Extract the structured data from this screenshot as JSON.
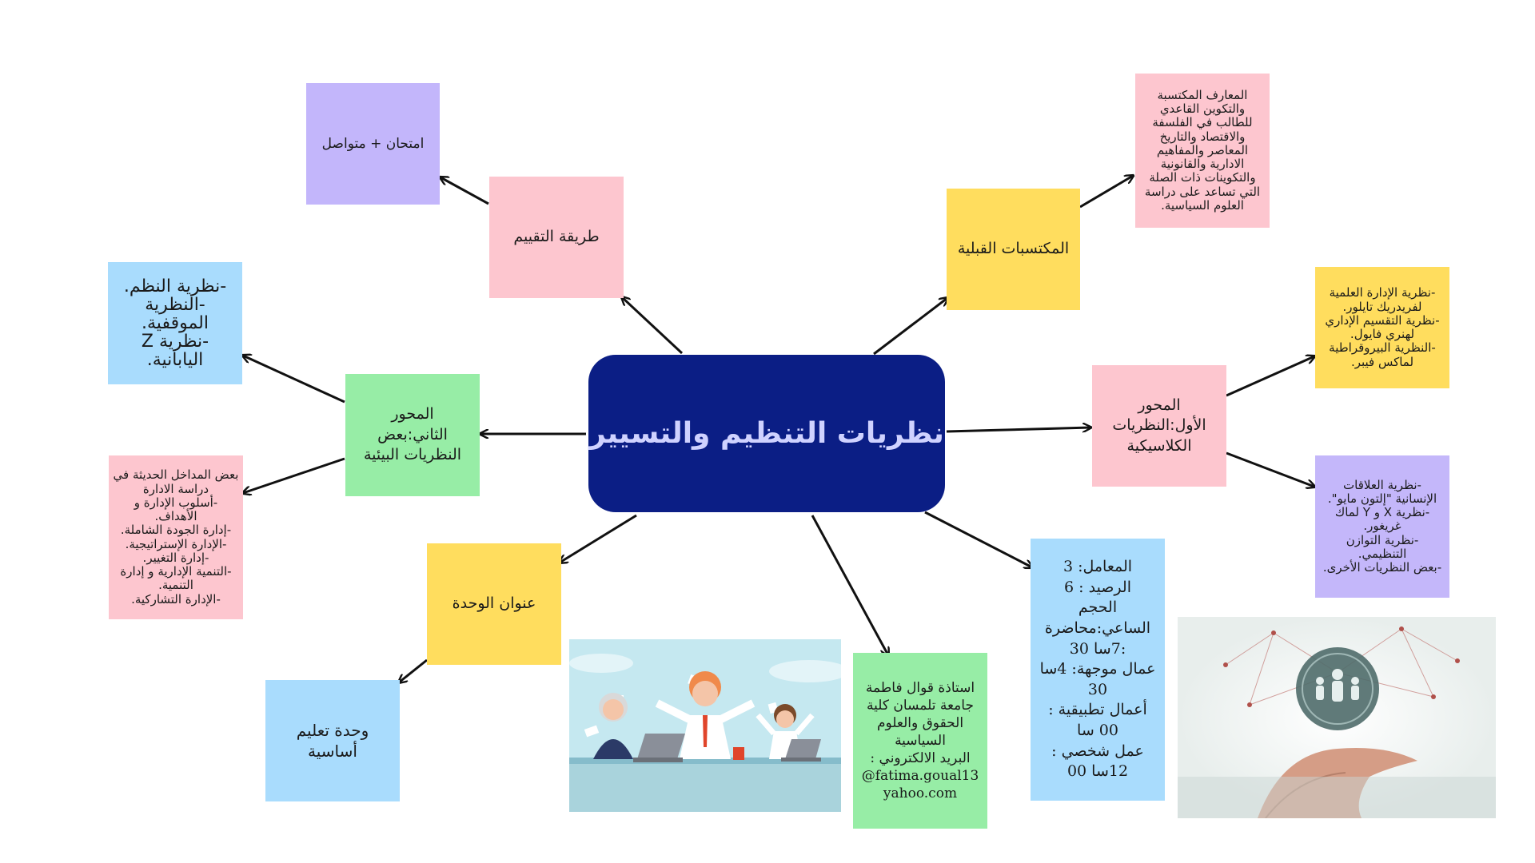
{
  "center": {
    "title": "نظريات التنظيم والتسيير"
  },
  "nodes": {
    "evaluation_method": "طريقة التقييم",
    "evaluation_detail": "امتحان + متواصل",
    "prerequisites": "المكتسبات القبلية",
    "prerequisites_detail": "المعارف المكتسبة والتكوين القاعدي للطالب في الفلسفة والاقتصاد والتاريخ المعاصر والمفاهيم الادارية والقانونية والتكوينات ذات الصلة التي تساعد على دراسة العلوم السياسية.",
    "axis_two": "المحور\nالثاني:بعض\nالنظريات البيئية",
    "axis_two_theories": "-نظرية النظم.\n-النظرية\nالموقفية.\n-نظرية Z\nاليابانية.",
    "axis_two_approaches": "بعض المداخل الحديثة في دراسة الادارة\n-أسلوب الإدارة و الأهداف.\n-إدارة الجودة الشاملة.\n-الإدارة الإستراتيجية.\n-إدارة التغيير.\n-التنمية الإدارية و إدارة التنمية.\n-الإدارة التشاركية.",
    "axis_one": "المحور\nالأول:النظريات\nالكلاسيكية",
    "axis_one_classical": "-نظرية الإدارة العلمية لفريدريك تايلور.\n-نظرية التقسيم الإداري لهنري فايول.\n-النظرية البيروقراطية لماكس فيبر.",
    "axis_one_other": "-نظرية العلاقات الإنسانية \"إلتون مايو\".\n-نظرية X و Y لماك غريغور.\n-نظرية التوازن التنظيمي.\n-بعض النظريات الأخرى.",
    "unit_title": "عنوان الوحدة",
    "unit_type": "وحدة تعليم\nأساسية",
    "professor": "استاذة قوال فاطمة\nجامعة تلمسان كلية\nالحقوق والعلوم\nالسياسية\nالبريد الالكتروني :\nfatima.goual13@\nyahoo.com",
    "credits": "المعامل: 3\nالرصيد : 6\nالحجم\nالساعي:محاضرة\n:7سا 30\nعمال موجهة: 4سا\n30\nأعمال تطبيقية :\n00 سا\nعمل شخصي :\n12سا 00"
  },
  "images": {
    "office_illustration": "office-workers-illustration",
    "network_hand": "hand-holding-people-network"
  },
  "colors": {
    "center_bg": "#0b1e85",
    "center_text": "#cfd2ff",
    "pink": "#fdc6cf",
    "yellow": "#ffdd5e",
    "blue": "#a9dcfd",
    "green": "#97eda6",
    "purple": "#c3b6fb",
    "arrow": "#111111"
  }
}
